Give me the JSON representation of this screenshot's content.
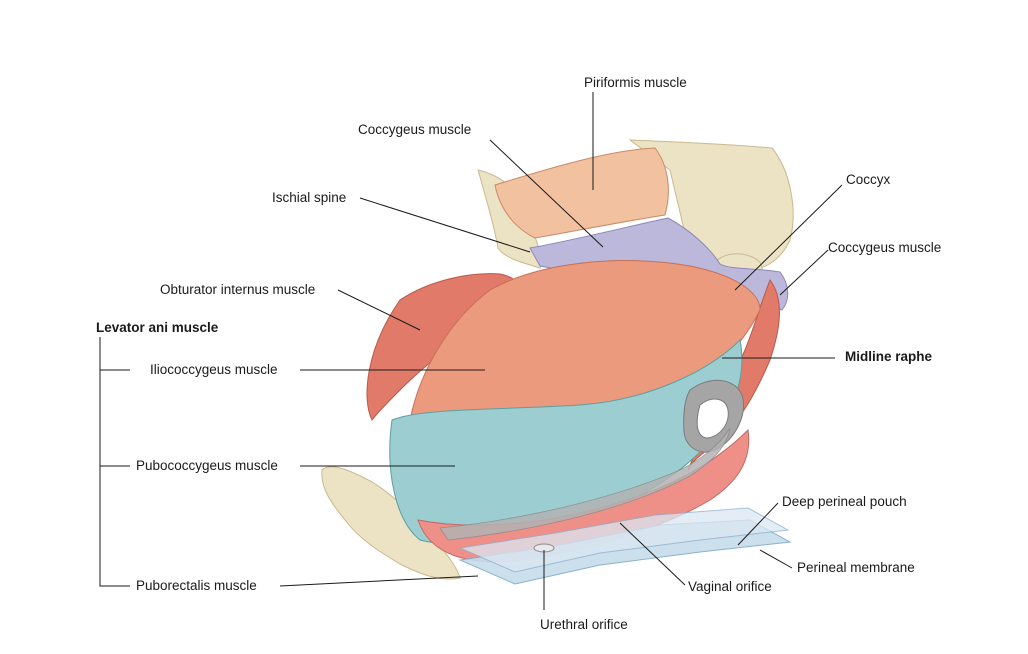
{
  "labels": {
    "piriformis": "Piriformis muscle",
    "coccygeus_left": "Coccygeus muscle",
    "ischial_spine": "Ischial spine",
    "obturator_internus": "Obturator internus muscle",
    "levator_ani": "Levator ani muscle",
    "iliococcygeus": "Iliococcygeus muscle",
    "pubococcygeus": "Pubococcygeus muscle",
    "puborectalis": "Puborectalis muscle",
    "coccyx": "Coccyx",
    "coccygeus_right": "Coccygeus muscle",
    "midline_raphe": "Midline raphe",
    "deep_perineal_pouch": "Deep perineal pouch",
    "perineal_membrane": "Perineal membrane",
    "vaginal_orifice": "Vaginal orifice",
    "urethral_orifice": "Urethral orifice"
  },
  "colors": {
    "bone": "#ece2c4",
    "piriformis": "#f2c1a0",
    "coccygeus": "#bcb8dc",
    "obturator": "#e27a6a",
    "iliococcygeus": "#ec9a7e",
    "pubococcygeus": "#9ccdd0",
    "membrane": "#c6dcec"
  }
}
